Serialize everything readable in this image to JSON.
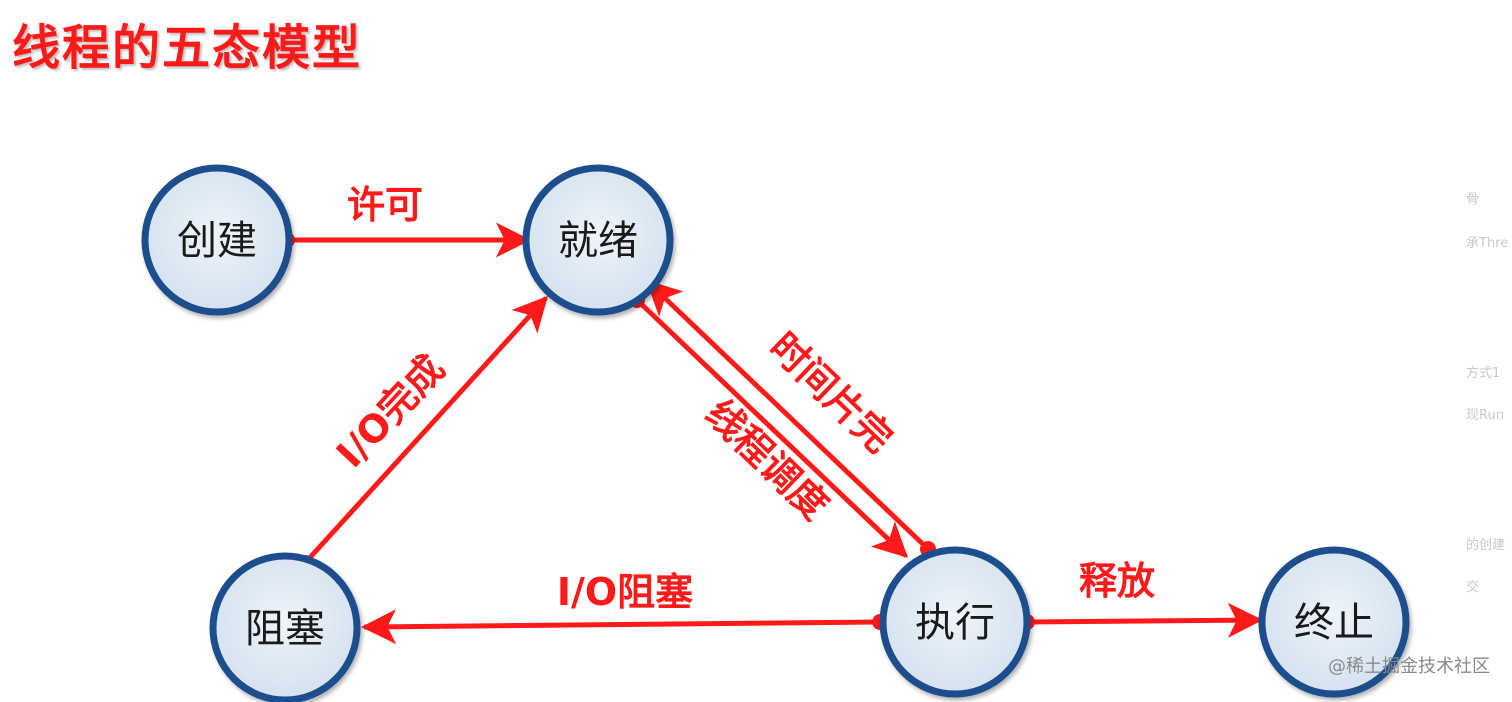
{
  "title": "线程的五态模型",
  "colors": {
    "title": "#ff1a1a",
    "arrow": "#ff1a1a",
    "node_fill": "#dde8f3",
    "node_stroke": "#1f4e8c"
  },
  "nodes": {
    "create": "创建",
    "ready": "就绪",
    "blocked": "阻塞",
    "running": "执行",
    "terminated": "终止"
  },
  "edges": {
    "create_ready": "许可",
    "blocked_ready": "I/O完成",
    "running_ready": "时间片完",
    "ready_running": "线程调度",
    "running_blocked": "I/O阻塞",
    "running_terminated": "释放"
  },
  "sidebar_fragments": [
    "骨",
    "承Thre",
    "方式1",
    "现Run",
    "的创建",
    "交"
  ],
  "watermark": "@稀土掘金技术社区"
}
